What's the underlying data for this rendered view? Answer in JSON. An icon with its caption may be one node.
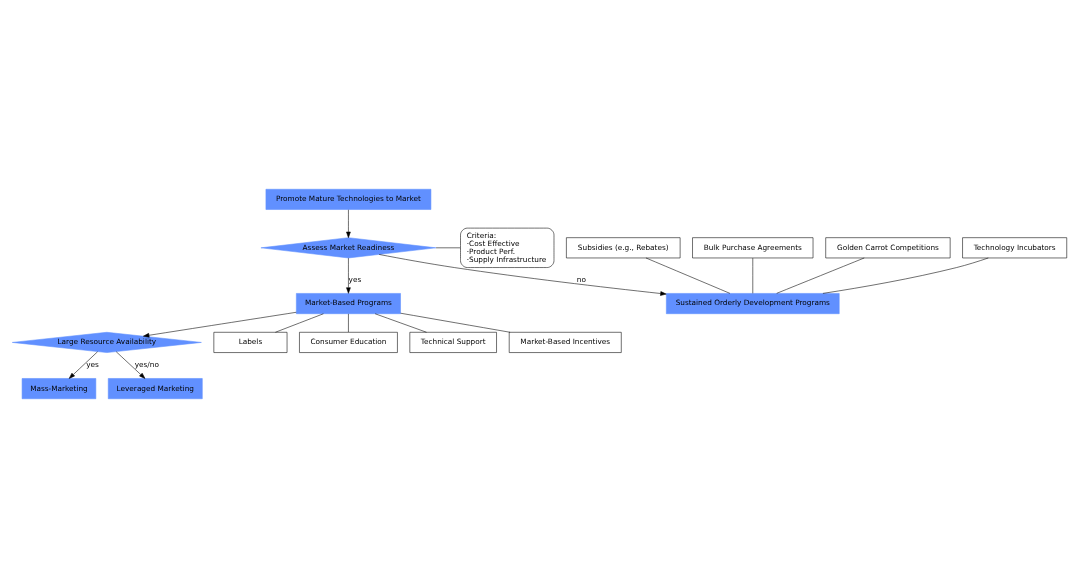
{
  "diagram": {
    "nodes": [
      {
        "text": [
          "Promote Mature Technologies to Market"
        ]
      },
      {
        "text": [
          "Assess Market Readiness"
        ]
      },
      {
        "text": [
          "Criteria:",
          "·Cost Effective",
          "·Product Perf.",
          "·Supply Infrastructure"
        ]
      },
      {
        "text": [
          "Sustained Orderly Development Programs"
        ]
      },
      {
        "text": [
          "Market-Based Programs"
        ]
      },
      {
        "text": [
          "Large Resource Availability"
        ]
      },
      {
        "text": [
          "Mass-Marketing"
        ]
      },
      {
        "text": [
          "Leveraged Marketing"
        ]
      },
      {
        "text": [
          "Subsidies (e.g., Rebates)"
        ]
      },
      {
        "text": [
          "Bulk Purchase Agreements"
        ]
      },
      {
        "text": [
          "Golden Carrot Competitions"
        ]
      },
      {
        "text": [
          "Technology Incubators"
        ]
      },
      {
        "text": [
          "Labels"
        ]
      },
      {
        "text": [
          "Consumer Education"
        ]
      },
      {
        "text": [
          "Technical Support"
        ]
      },
      {
        "text": [
          "Market-Based Incentives"
        ]
      }
    ],
    "edges": [
      {
        "from": 0,
        "to": 1,
        "arrow": "to"
      },
      {
        "from": 1,
        "to": 2,
        "arrow": "none"
      },
      {
        "from": 1,
        "to": 3,
        "arrow": "to",
        "label": "no"
      },
      {
        "from": 1,
        "to": 4,
        "arrow": "to",
        "label": "yes"
      },
      {
        "from": 4,
        "to": 5,
        "arrow": "to"
      },
      {
        "from": 5,
        "to": 6,
        "arrow": "to",
        "label": "yes"
      },
      {
        "from": 5,
        "to": 7,
        "arrow": "to",
        "label": "yes/no"
      },
      {
        "from": 8,
        "to": 3,
        "arrow": "none"
      },
      {
        "from": 9,
        "to": 3,
        "arrow": "none"
      },
      {
        "from": 10,
        "to": 3,
        "arrow": "none"
      },
      {
        "from": 11,
        "to": 3,
        "arrow": "none"
      },
      {
        "from": 4,
        "to": 12,
        "arrow": "none"
      },
      {
        "from": 4,
        "to": 13,
        "arrow": "none"
      },
      {
        "from": 4,
        "to": 14,
        "arrow": "none"
      },
      {
        "from": 4,
        "to": 15,
        "arrow": "none"
      }
    ]
  }
}
